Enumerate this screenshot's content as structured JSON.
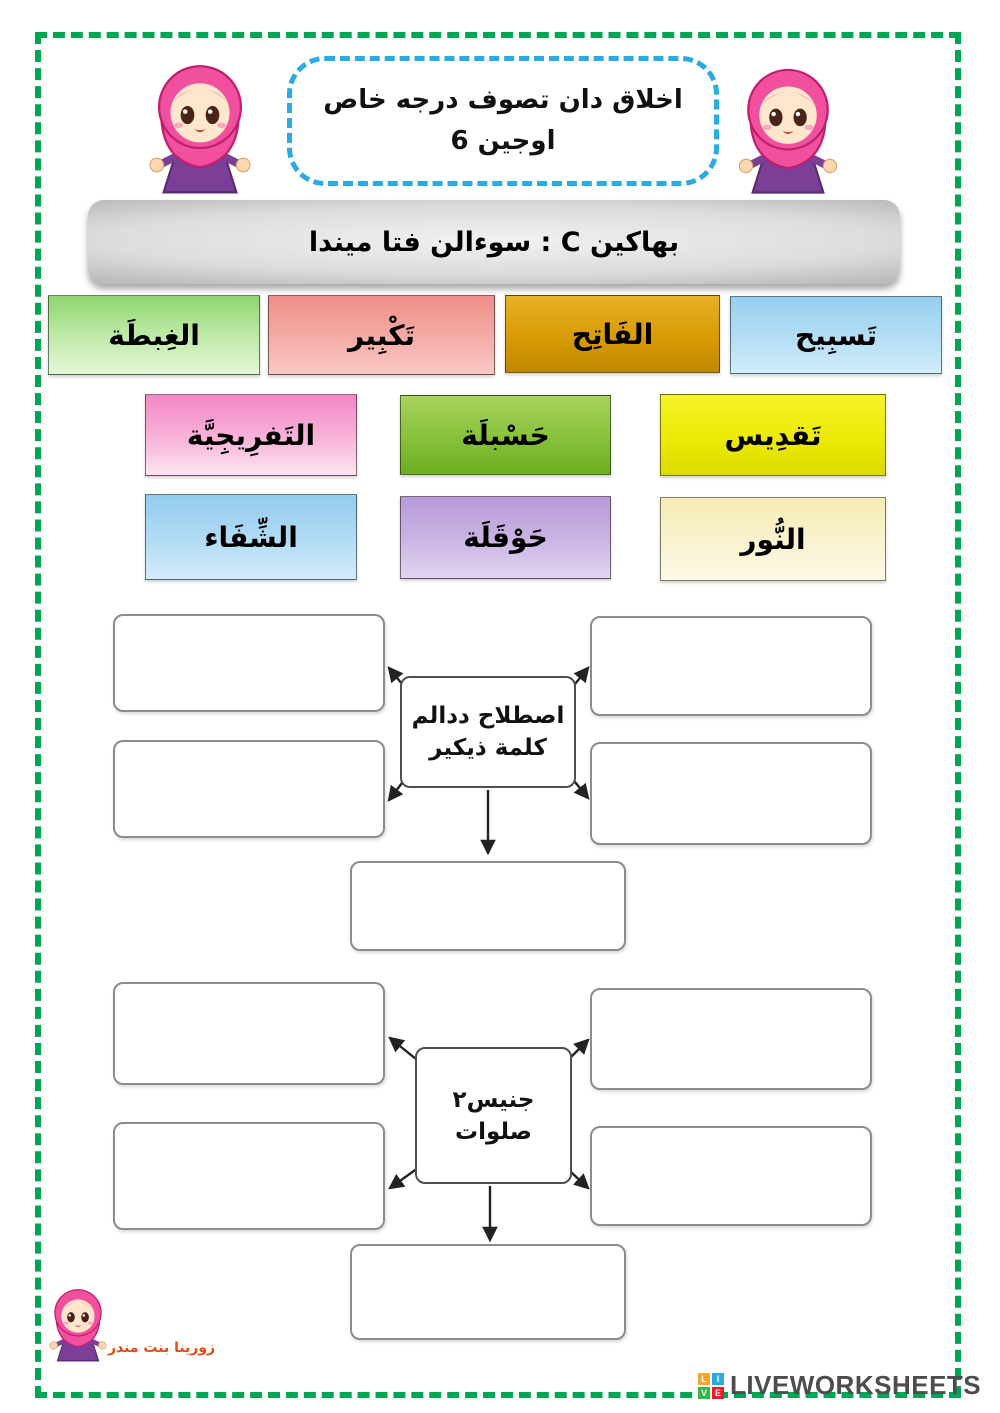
{
  "header": {
    "title_line1": "اخلاق دان تصوف درجه خاص",
    "title_line2": "اوجين 6"
  },
  "banner": {
    "text": "بهاكين C : سوءالن فتا ميندا"
  },
  "word_bank": {
    "items": [
      {
        "label": "الغِبطَة",
        "color": "#aadf90"
      },
      {
        "label": "تَكْبِير",
        "color": "#f4a09a"
      },
      {
        "label": "الفَاتِح",
        "color": "#d89c05"
      },
      {
        "label": "تَسبِيح",
        "color": "#a8d8f2"
      },
      {
        "label": "التَفرِيجِيَّة",
        "color": "#f6a3d2"
      },
      {
        "label": "حَسْبلَة",
        "color": "#8ec441"
      },
      {
        "label": "تَقدِيس",
        "color": "#eeec10"
      },
      {
        "label": "الشِّفَاء",
        "color": "#a5d4f1"
      },
      {
        "label": "حَوْقَلَة",
        "color": "#c7abe3"
      },
      {
        "label": "النُّور",
        "color": "#f9f0c8"
      }
    ]
  },
  "diagram1": {
    "center_line1": "اصطلاح ددالم",
    "center_line2": "كلمة ذيكير"
  },
  "diagram2": {
    "center_line1": "جنيس٢",
    "center_line2": "صلوات"
  },
  "footer": {
    "author": "زورينا بنت مندر",
    "brand": "LIVEWORKSHEETS",
    "brand_letters": [
      "L",
      "I",
      "V",
      "E"
    ]
  },
  "colors": {
    "page_border": "#00a651",
    "title_border": "#2aabe3",
    "author_text": "#e8490f"
  }
}
